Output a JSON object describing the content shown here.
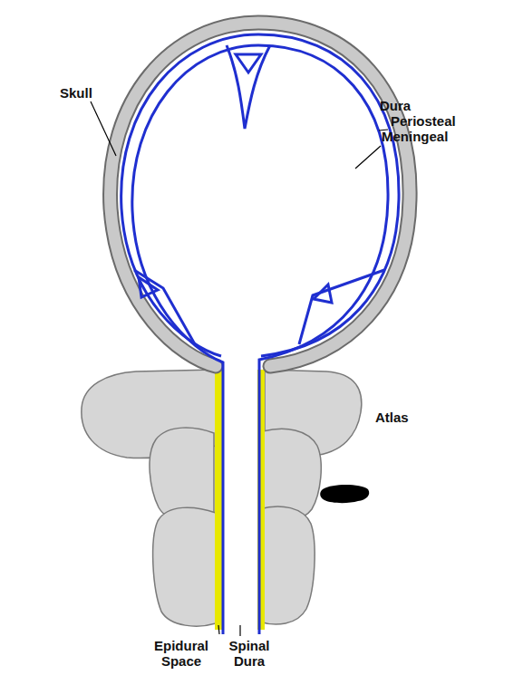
{
  "diagram": {
    "labels": [
      "Skull",
      "Dura",
      "Periosteal",
      "Meningeal",
      "Atlas",
      "Epidural Space",
      "Spinal Dura"
    ]
  }
}
